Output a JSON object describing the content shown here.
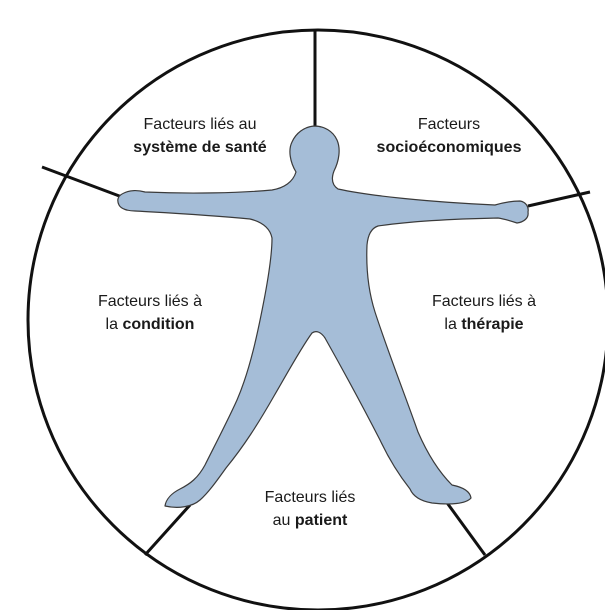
{
  "colors": {
    "figure_fill": "#a5bdd7",
    "figure_stroke": "#3a3a3a",
    "circle_stroke": "#111111",
    "background": "#ffffff"
  },
  "segments": [
    {
      "id": "systeme",
      "line1": "Facteurs liés au",
      "line2_prefix": "",
      "line2_bold": "système de santé"
    },
    {
      "id": "socio",
      "line1": "Facteurs",
      "line2_prefix": "",
      "line2_bold": "socioéconomiques"
    },
    {
      "id": "condition",
      "line1": "Facteurs liés à",
      "line2_prefix": "la ",
      "line2_bold": "condition"
    },
    {
      "id": "therapie",
      "line1": "Facteurs liés à",
      "line2_prefix": "la ",
      "line2_bold": "thérapie"
    },
    {
      "id": "patient",
      "line1": "Facteurs liés",
      "line2_prefix": "au ",
      "line2_bold": "patient"
    }
  ]
}
